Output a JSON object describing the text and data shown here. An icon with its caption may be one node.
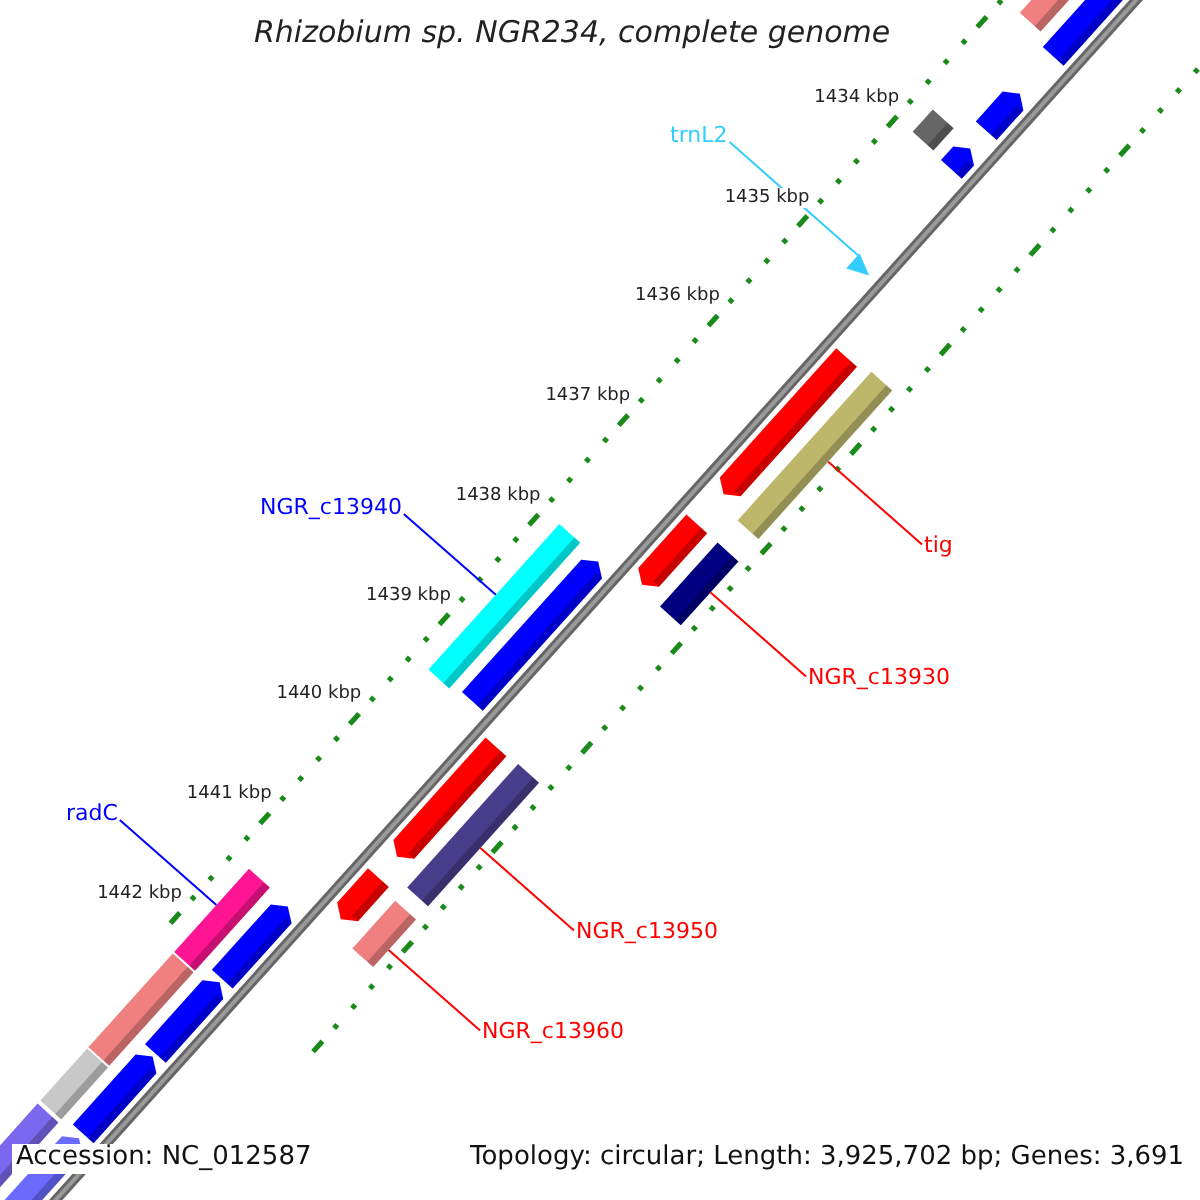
{
  "diagram": {
    "title": "Rhizobium sp. NGR234, complete genome",
    "nodes": [
      {
        "text": [
          "trnL2"
        ]
      },
      {
        "text": [],
        "shape": "triangle"
      },
      {
        "text": [
          "NGR_c13940"
        ]
      },
      {
        "text": [],
        "shape": "bar"
      },
      {
        "text": [
          "tig"
        ]
      },
      {
        "text": [],
        "shape": "bar"
      },
      {
        "text": [
          "NGR_c13930"
        ]
      },
      {
        "text": [],
        "shape": "bar"
      },
      {
        "text": [
          "NGR_c13950"
        ]
      },
      {
        "text": [],
        "shape": "bar"
      },
      {
        "text": [
          "NGR_c13960"
        ]
      },
      {
        "text": [],
        "shape": "bar"
      },
      {
        "text": [
          "radC"
        ]
      },
      {
        "text": [],
        "shape": "bar"
      }
    ],
    "edges": [
      {
        "from": 0,
        "to": 1,
        "arrow": "none",
        "color": "#33ccff"
      },
      {
        "from": 2,
        "to": 3,
        "arrow": "none",
        "color": "#0000ff"
      },
      {
        "from": 4,
        "to": 5,
        "arrow": "none"
      },
      {
        "from": 6,
        "to": 7,
        "arrow": "none"
      },
      {
        "from": 8,
        "to": 9,
        "arrow": "none"
      },
      {
        "from": 10,
        "to": 11,
        "arrow": "none"
      },
      {
        "from": 12,
        "to": 13,
        "arrow": "none",
        "color": "#0000ff"
      }
    ],
    "labels": [
      "1434 kbp",
      "1435 kbp",
      "1436 kbp",
      "1437 kbp",
      "1438 kbp",
      "1439 kbp",
      "1440 kbp",
      "1441 kbp",
      "1442 kbp",
      "Accession: NC_012587",
      "Topology: circular; Length: 3,925,702 bp; Genes: 3,691"
    ]
  }
}
